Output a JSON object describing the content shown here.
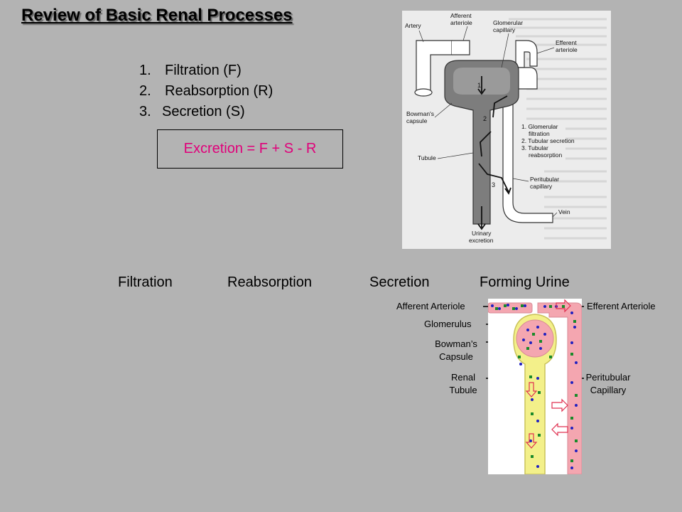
{
  "title": "Review of Basic Renal Processes",
  "processes": [
    {
      "number": "1.",
      "label": "Filtration  (F)"
    },
    {
      "number": "2.",
      "label": "Reabsorption  (R)"
    },
    {
      "number": "3.",
      "label": "Secretion (S)"
    }
  ],
  "formula": "Excretion = F + S - R",
  "stages": [
    "Filtration",
    "Reabsorption",
    "Secretion",
    "Forming Urine"
  ],
  "textbook_figure": {
    "labels": {
      "artery": "Artery",
      "afferent": "Afferent\narteriole",
      "glomerular": "Glomerular\ncapillary",
      "efferent": "Efferent\narteriole",
      "bowmans": "Bowman's\ncapsule",
      "tubule": "Tubule",
      "peritubular": "Peritubular\ncapillary",
      "vein": "Vein",
      "urinary": "Urinary\nexcretion"
    },
    "legend": [
      "1. Glomerular",
      "filtration",
      "2. Tubular secretion",
      "3. Tubular",
      "reabsorption"
    ],
    "markers": [
      "1",
      "2",
      "3"
    ]
  },
  "nephron_diagram": {
    "labels": {
      "afferent": "Afferent Arteriole",
      "efferent": "Efferent Arteriole",
      "glomerulus": "Glomerulus",
      "bowmans_line1": "Bowman’s",
      "bowmans_line2": "Capsule",
      "renal_line1": "Renal",
      "renal_line2": "Tubule",
      "peritubular_line1": "Peritubular",
      "peritubular_line2": "Capillary"
    },
    "colors": {
      "tubule": "#f3f08a",
      "blue_dot": "#2020c0",
      "green_dot": "#1a8a2a",
      "pink": "#f4a6b0",
      "arrow": "#e03050"
    }
  }
}
